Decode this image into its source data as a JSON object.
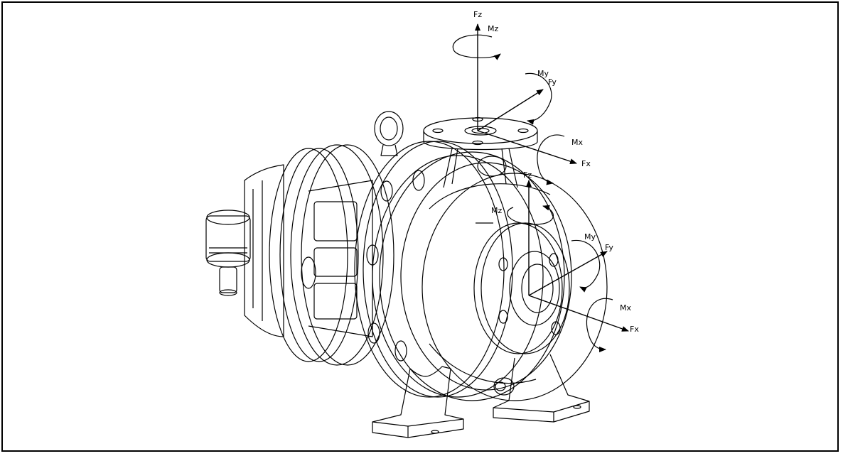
{
  "diagram": {
    "line_color": "#000000",
    "background": "#ffffff",
    "top_nozzle_labels": {
      "fz": "Fz",
      "mz": "Mz",
      "my": "My",
      "fy": "Fy",
      "mx": "Mx",
      "fx": "Fx"
    },
    "front_nozzle_labels": {
      "fz": "Fz",
      "mz": "Mz",
      "my": "My",
      "fy": "Fy",
      "mx": "Mx",
      "fx": "Fx"
    }
  }
}
